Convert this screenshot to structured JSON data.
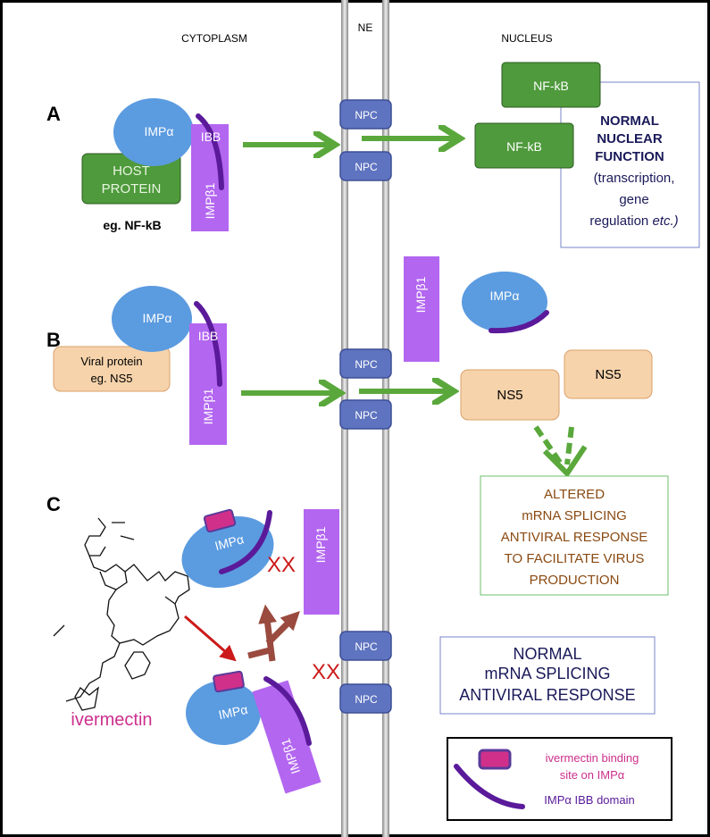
{
  "regions": {
    "cytoplasm": "CYTOPLASM",
    "ne": "NE",
    "nucleus": "NUCLEUS"
  },
  "panels": {
    "a": "A",
    "b": "B",
    "c": "C"
  },
  "molecules": {
    "imp_alpha": "IMPα",
    "imp_beta": "IMPβ1",
    "ibb": "IBB",
    "npc": "NPC"
  },
  "panel_a": {
    "host_protein_line1": "HOST",
    "host_protein_line2": "PROTEIN",
    "example": "eg. NF-kB",
    "nfkb": "NF-kB",
    "function_lines": [
      "NORMAL",
      "NUCLEAR",
      "FUNCTION",
      "(transcription,",
      "gene",
      "regulation ",
      "etc.)"
    ]
  },
  "panel_b": {
    "viral_line1": "Viral protein",
    "viral_line2": "eg. NS5",
    "ns5": "NS5",
    "altered_lines": [
      "ALTERED",
      "mRNA SPLICING",
      "ANTIVIRAL RESPONSE",
      "TO FACILITATE VIRUS",
      "PRODUCTION"
    ]
  },
  "panel_c": {
    "ivermectin": "ivermectin",
    "block_mark": "XX",
    "normal_lines": [
      "NORMAL",
      "mRNA SPLICING",
      "ANTIVIRAL RESPONSE"
    ]
  },
  "legend": {
    "binding_site_line1": "ivermectin binding",
    "binding_site_line2": "site on IMPα",
    "ibb_domain": "IMPα IBB domain"
  },
  "colors": {
    "imp_alpha": "#5b9be0",
    "imp_beta": "#b366f0",
    "ibb": "#5a1a9a",
    "npc": "#5f74c0",
    "host_protein": "#4e9a3c",
    "viral_protein": "#f6d3ab",
    "arrow_green": "#5aa83c",
    "altered_text": "#8a4a12",
    "normal_text": "#1a1a5a",
    "ivermectin": "#cc2f8c",
    "block": "#cc1a1a",
    "binding_site": "#d0308a"
  }
}
